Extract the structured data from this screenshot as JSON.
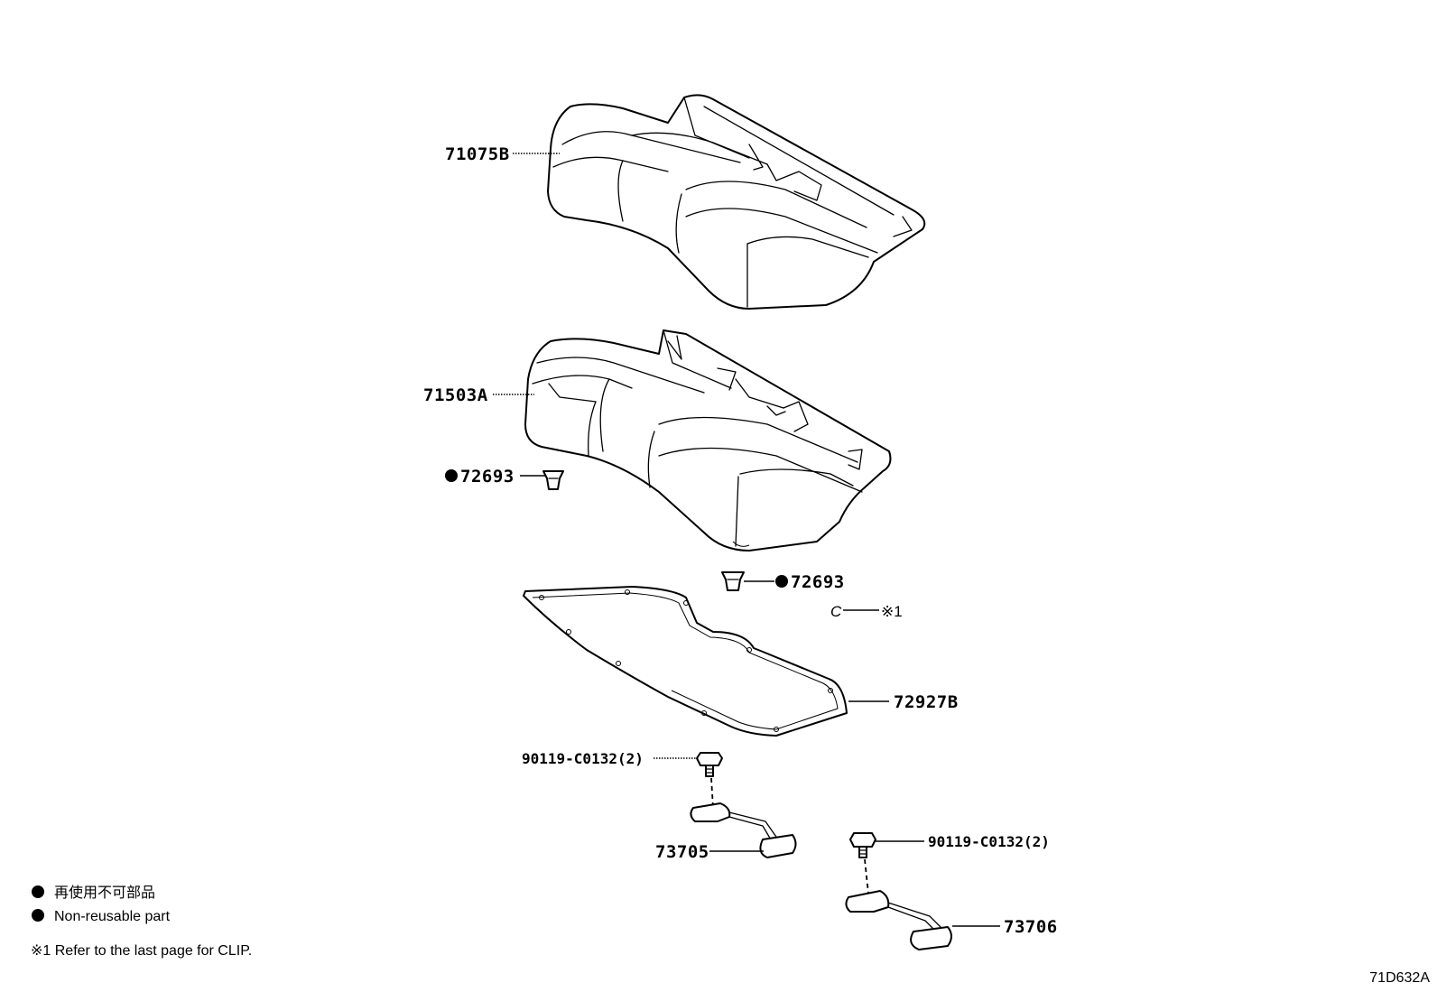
{
  "parts": {
    "seat_back": "71075B",
    "cushion_pad": "71503A",
    "clip_left": "72693",
    "clip_right": "72693",
    "clip_marker": "C",
    "clip_ref": "※1",
    "insulator": "72927B",
    "bolt_left": "90119-C0132(2)",
    "bolt_right": "90119-C0132(2)",
    "hook_left": "73705",
    "hook_right": "73706"
  },
  "legend": {
    "non_reusable_jp": "再使用不可部品",
    "non_reusable_en": "Non-reusable part",
    "clip_note": "※1 Refer to the last page for CLIP."
  },
  "diagram_id": "71D632A"
}
